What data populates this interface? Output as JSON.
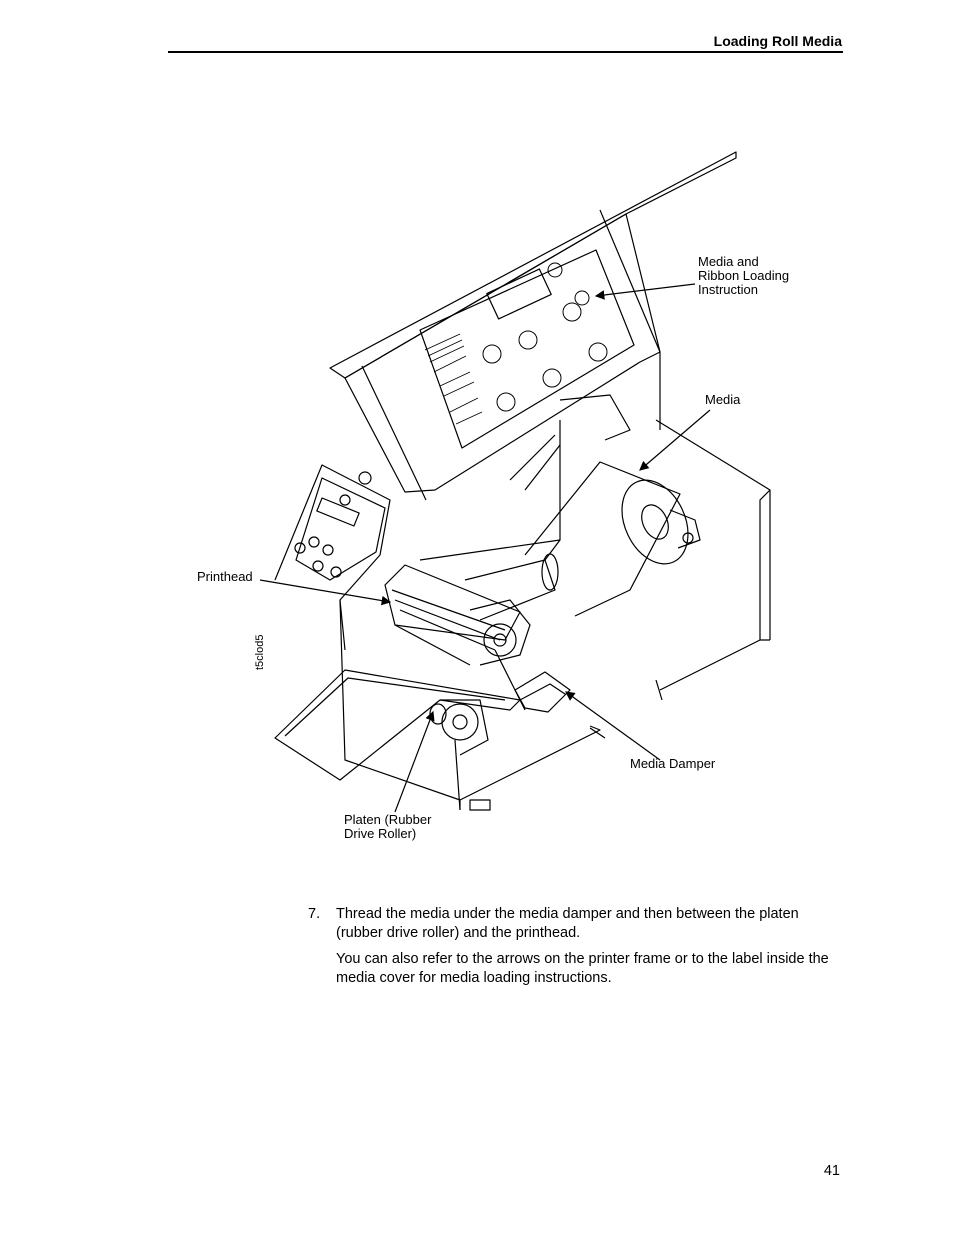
{
  "header": {
    "title": "Loading Roll Media"
  },
  "figure": {
    "id_label": "t5clod5",
    "callouts": {
      "media_ribbon_instruction": "Media and\nRibbon Loading\nInstruction",
      "media": "Media",
      "printhead": "Printhead",
      "media_damper": "Media Damper",
      "platen": "Platen (Rubber\nDrive Roller)"
    }
  },
  "step": {
    "number": "7.",
    "text": "Thread the media under the media damper and then between the platen (rubber drive roller) and the printhead.",
    "note": "You can also refer to the arrows on the printer frame or to the label inside the media cover for media loading instructions."
  },
  "footer": {
    "page_number": "41"
  }
}
